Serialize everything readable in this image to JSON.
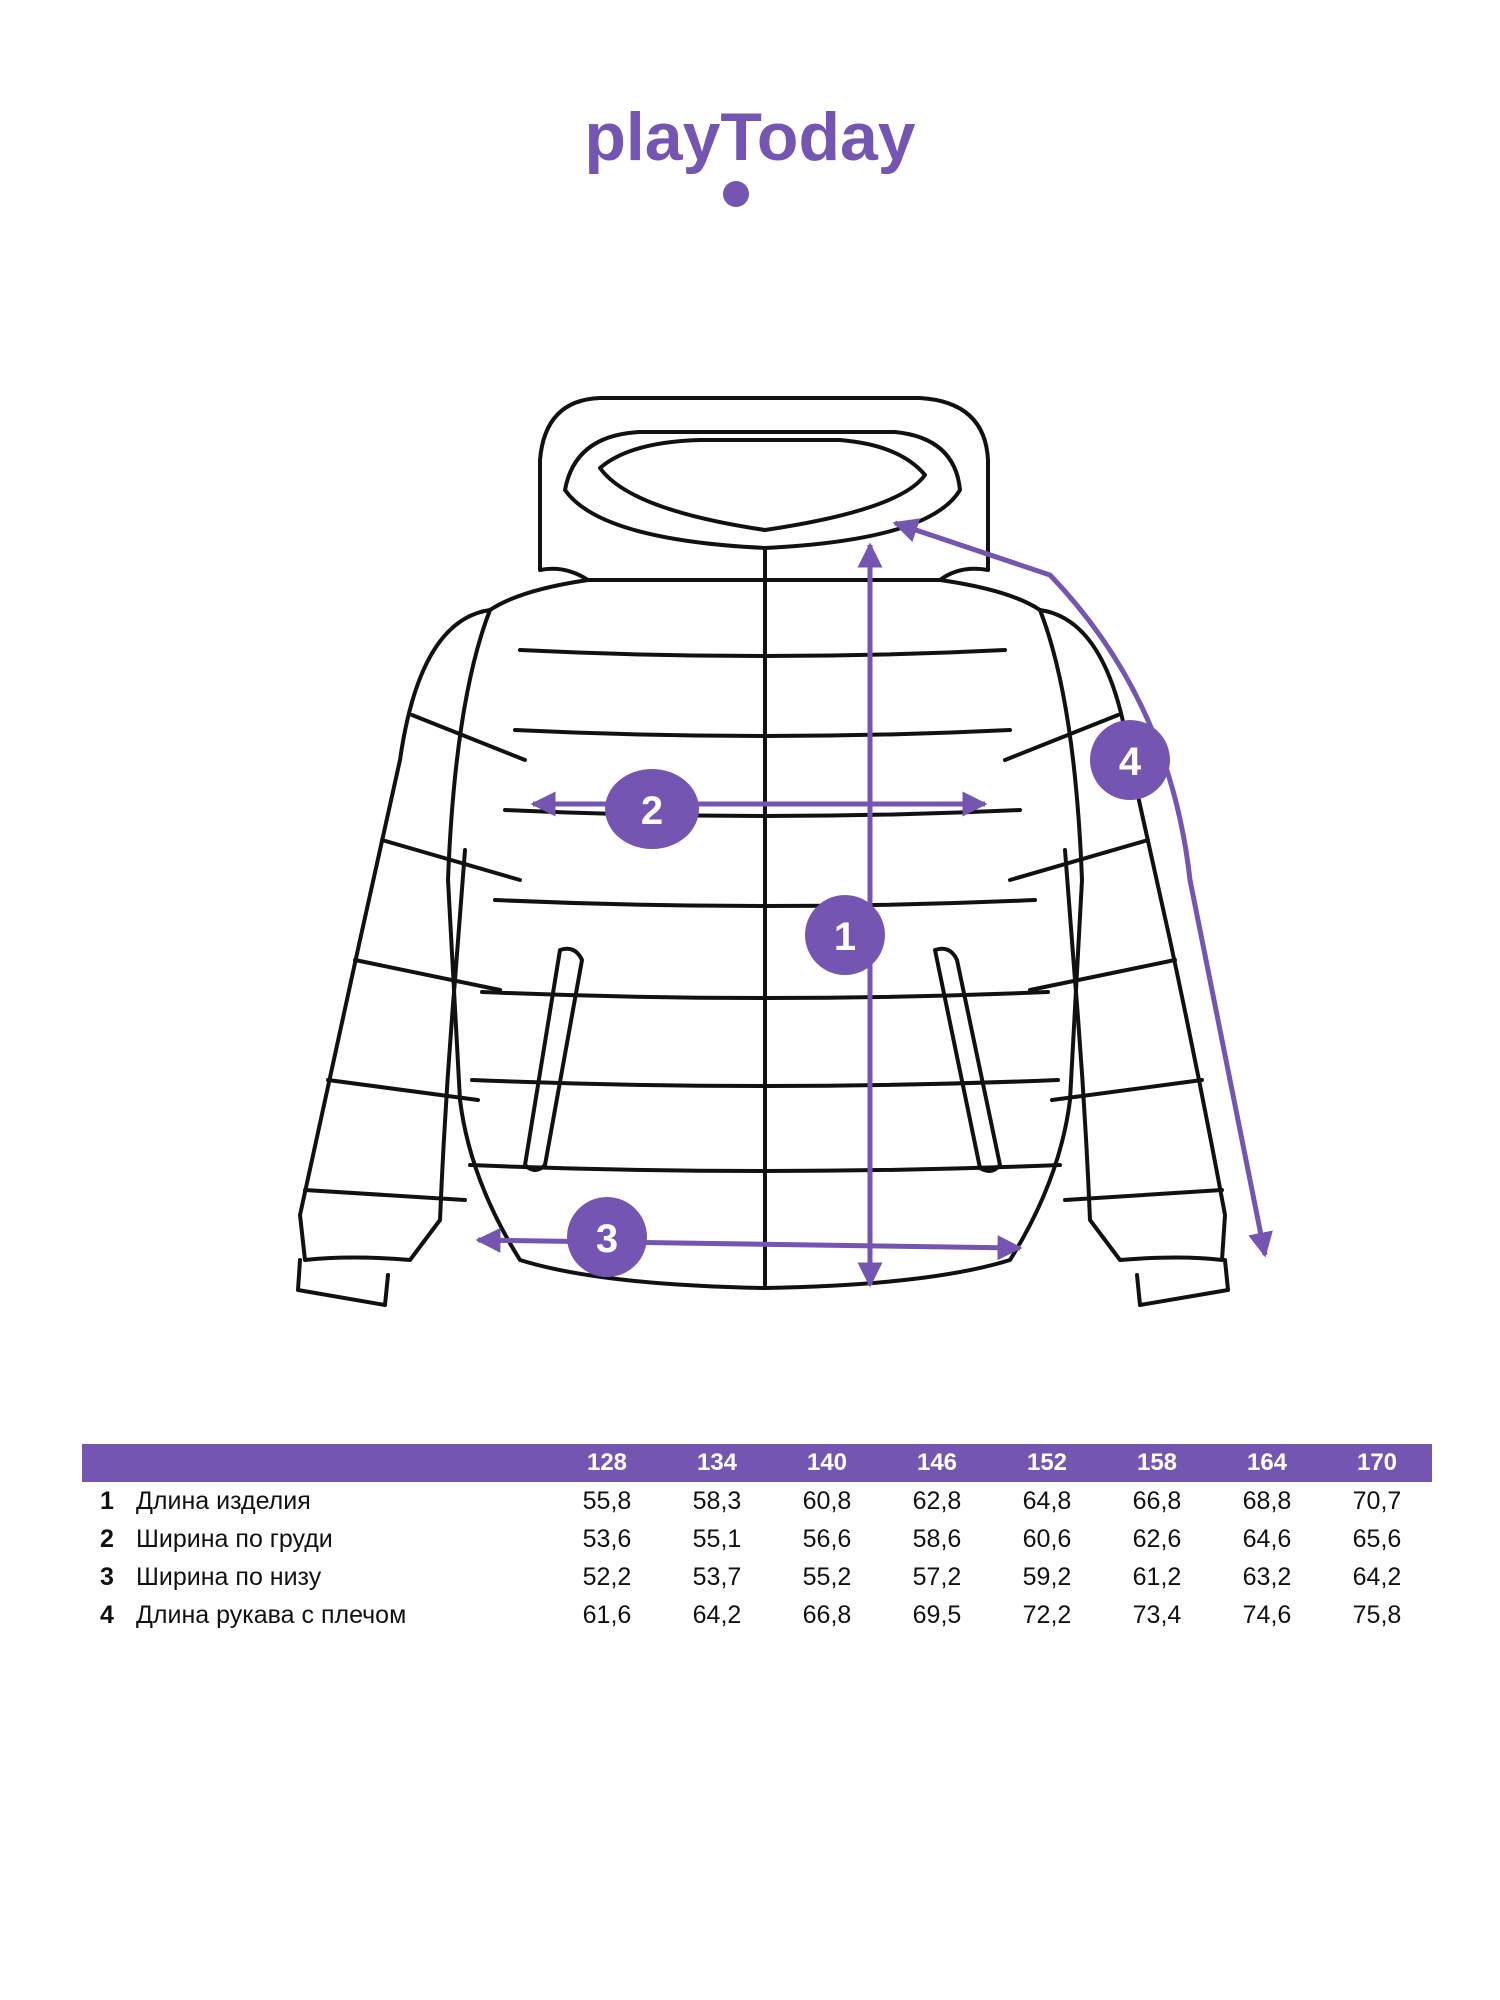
{
  "brand": {
    "logo_text": "playToday",
    "color": "#7455b1"
  },
  "diagram": {
    "badges": [
      "1",
      "2",
      "3",
      "4"
    ]
  },
  "table": {
    "sizes": [
      "128",
      "134",
      "140",
      "146",
      "152",
      "158",
      "164",
      "170"
    ],
    "rows": [
      {
        "num": "1",
        "label": "Длина изделия",
        "values": [
          "55,8",
          "58,3",
          "60,8",
          "62,8",
          "64,8",
          "66,8",
          "68,8",
          "70,7"
        ]
      },
      {
        "num": "2",
        "label": "Ширина по груди",
        "values": [
          "53,6",
          "55,1",
          "56,6",
          "58,6",
          "60,6",
          "62,6",
          "64,6",
          "65,6"
        ]
      },
      {
        "num": "3",
        "label": "Ширина по низу",
        "values": [
          "52,2",
          "53,7",
          "55,2",
          "57,2",
          "59,2",
          "61,2",
          "63,2",
          "64,2"
        ]
      },
      {
        "num": "4",
        "label": "Длина рукава с плечом",
        "values": [
          "61,6",
          "64,2",
          "66,8",
          "69,5",
          "72,2",
          "73,4",
          "74,6",
          "75,8"
        ]
      }
    ]
  }
}
